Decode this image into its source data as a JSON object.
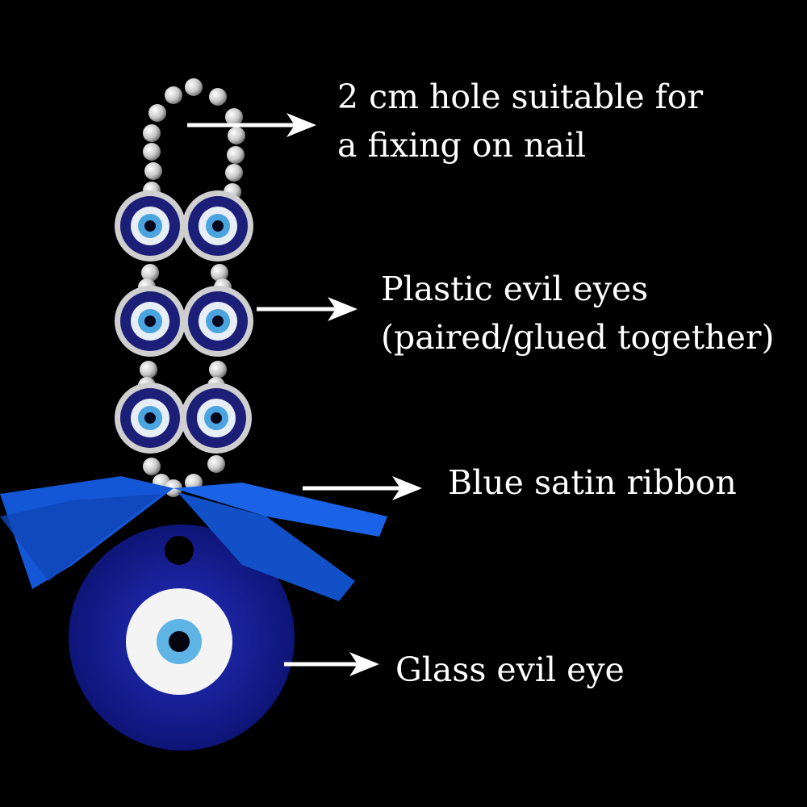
{
  "labels": {
    "hole": {
      "line1": "2 cm hole suitable for",
      "line2": "a fixing on nail"
    },
    "plastic": {
      "line1": "Plastic evil eyes",
      "line2": "(paired/glued together)"
    },
    "ribbon": {
      "line1": "Blue satin ribbon"
    },
    "glass": {
      "line1": "Glass evil eye"
    }
  },
  "colors": {
    "background": "#000000",
    "text": "#ffffff",
    "glass_blue": "#1a23a8",
    "ribbon_blue": "#1457d6",
    "silver": "#d8d8d8"
  }
}
